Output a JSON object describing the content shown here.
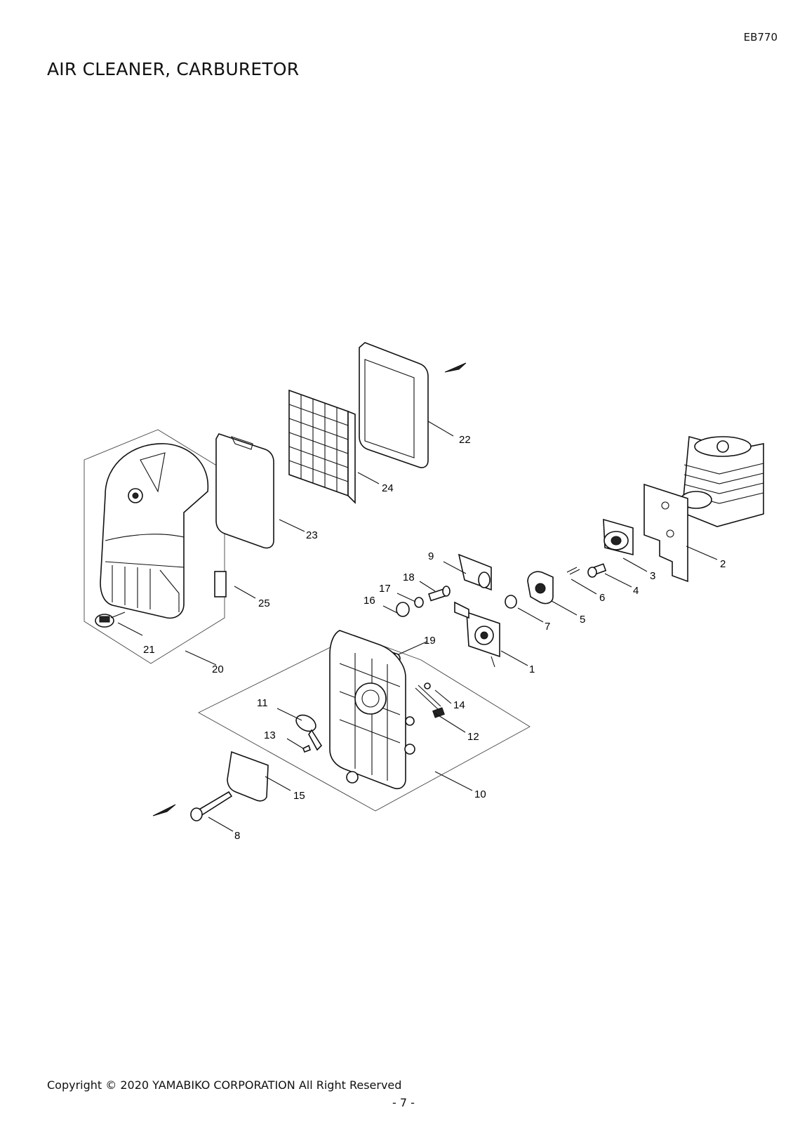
{
  "header": {
    "model": "EB770",
    "title": "AIR CLEANER, CARBURETOR"
  },
  "footer": {
    "copyright": "Copyright © 2020 YAMABIKO CORPORATION All Right Reserved",
    "page": "- 7 -"
  },
  "callouts": [
    "1",
    "2",
    "3",
    "4",
    "5",
    "6",
    "7",
    "8",
    "9",
    "10",
    "11",
    "12",
    "13",
    "14",
    "15",
    "16",
    "17",
    "18",
    "19",
    "20",
    "21",
    "22",
    "23",
    "24",
    "25"
  ]
}
